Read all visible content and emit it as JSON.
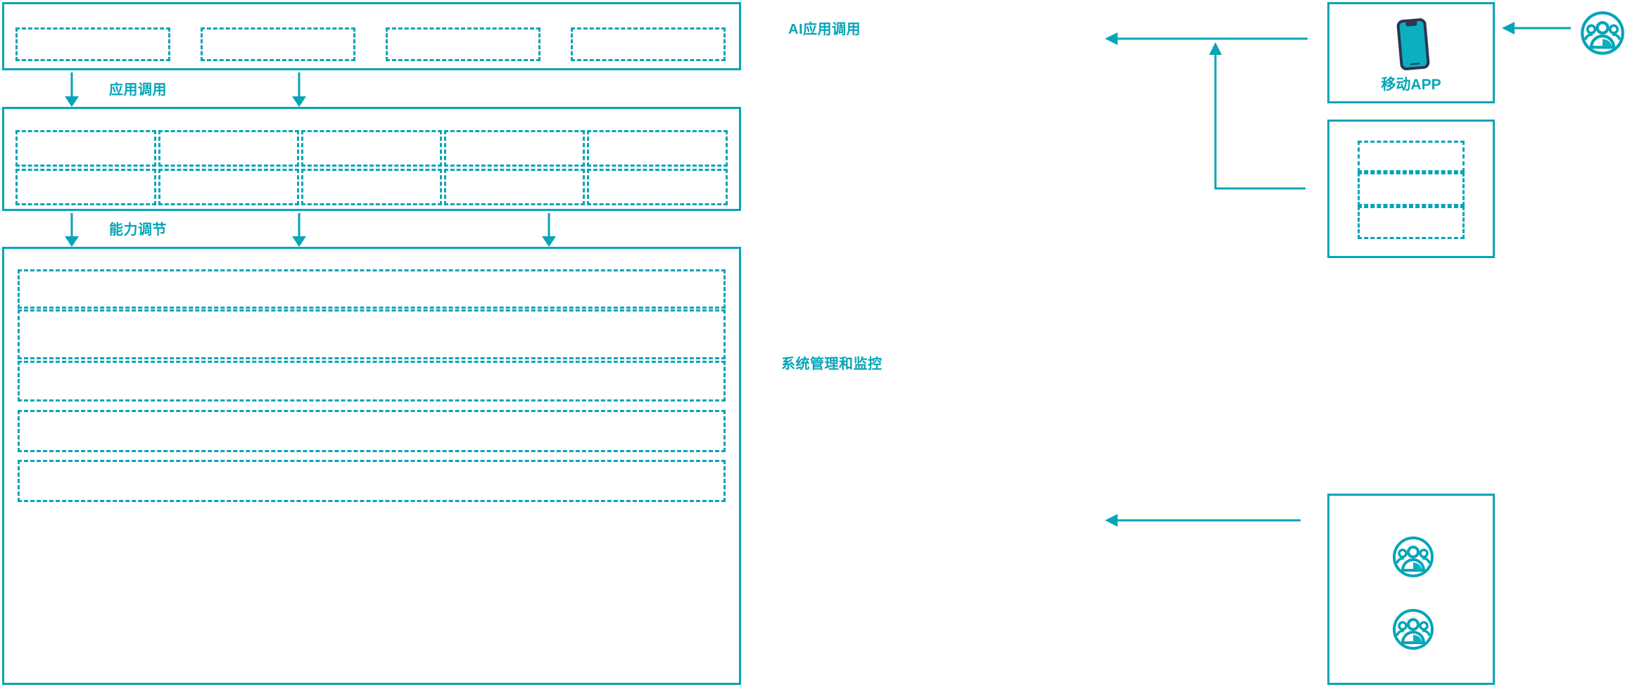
{
  "theme": {
    "accent": "#05A5B8",
    "device_frame": "#2C3650",
    "device_screen": "#0CAFC0",
    "background": "#FFFFFF"
  },
  "diagram": {
    "type": "layered-architecture",
    "layers": [
      {
        "id": "application-layer",
        "name": "application-layer",
        "slot_count": 4,
        "slots": [
          {
            "label": ""
          },
          {
            "label": ""
          },
          {
            "label": ""
          },
          {
            "label": ""
          }
        ]
      },
      {
        "id": "capability-layer",
        "name": "capability-layer",
        "columns": 5,
        "rows": 2,
        "slots": [
          {
            "label": ""
          },
          {
            "label": ""
          },
          {
            "label": ""
          },
          {
            "label": ""
          },
          {
            "label": ""
          },
          {
            "label": ""
          },
          {
            "label": ""
          },
          {
            "label": ""
          },
          {
            "label": ""
          },
          {
            "label": ""
          }
        ]
      },
      {
        "id": "platform-layer",
        "name": "platform-layer",
        "slot_count": 5,
        "slots": [
          {
            "label": ""
          },
          {
            "label": ""
          },
          {
            "label": ""
          },
          {
            "label": ""
          },
          {
            "label": ""
          }
        ]
      }
    ],
    "connector_labels": [
      {
        "id": "app-invoke",
        "text": "应用调用"
      },
      {
        "id": "capability-adjust",
        "text": "能力调节"
      },
      {
        "id": "ai-app-invoke",
        "text": "AI应用调用"
      },
      {
        "id": "system-admin-monitor",
        "text": "系统管理和监控"
      }
    ],
    "panels": [
      {
        "id": "mobile-app-panel",
        "caption": "移动APP",
        "icon": "smartphone-icon"
      },
      {
        "id": "channel-panel",
        "caption": "",
        "slot_count": 3,
        "slots": [
          {
            "label": ""
          },
          {
            "label": ""
          },
          {
            "label": ""
          }
        ]
      },
      {
        "id": "operations-panel",
        "caption": "",
        "icons": [
          "users-group-icon",
          "users-group-icon"
        ]
      }
    ],
    "actors": [
      {
        "id": "end-user-actor",
        "icon": "users-group-icon",
        "caption": ""
      }
    ]
  }
}
